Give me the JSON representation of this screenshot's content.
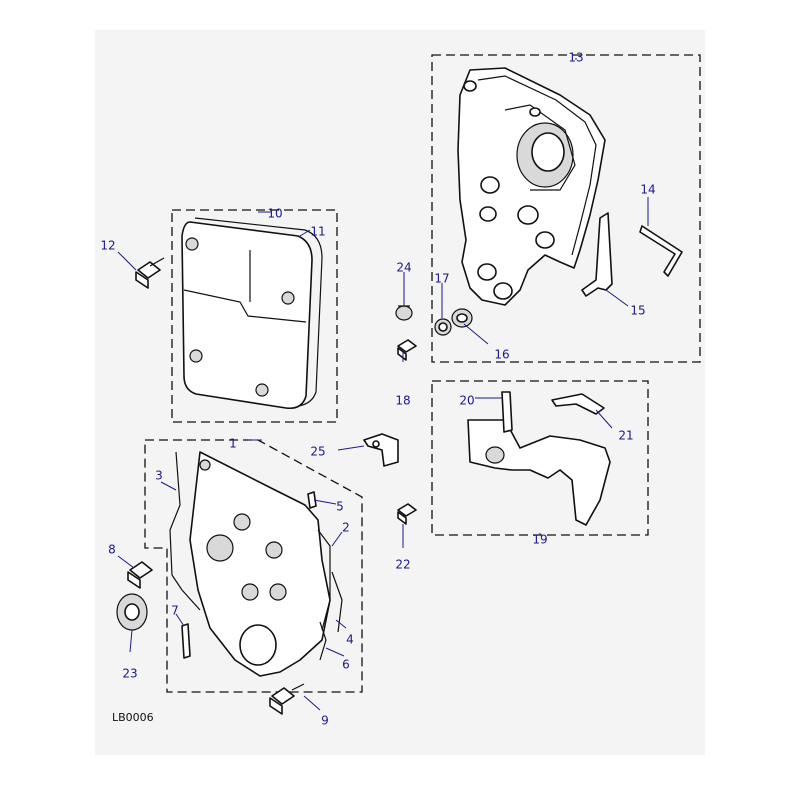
{
  "diagram": {
    "reference_code": "LB0006",
    "colors": {
      "background": "#f4f4f4",
      "label": "#1a1a8c",
      "line": "#111111"
    },
    "callouts": [
      {
        "id": "c1",
        "text": "1"
      },
      {
        "id": "c2",
        "text": "2"
      },
      {
        "id": "c3",
        "text": "3"
      },
      {
        "id": "c4",
        "text": "4"
      },
      {
        "id": "c5",
        "text": "5"
      },
      {
        "id": "c6",
        "text": "6"
      },
      {
        "id": "c7",
        "text": "7"
      },
      {
        "id": "c8",
        "text": "8"
      },
      {
        "id": "c9",
        "text": "9"
      },
      {
        "id": "c10",
        "text": "10"
      },
      {
        "id": "c11",
        "text": "11"
      },
      {
        "id": "c12",
        "text": "12"
      },
      {
        "id": "c13",
        "text": "13"
      },
      {
        "id": "c14",
        "text": "14"
      },
      {
        "id": "c15",
        "text": "15"
      },
      {
        "id": "c16",
        "text": "16"
      },
      {
        "id": "c17",
        "text": "17"
      },
      {
        "id": "c18",
        "text": "18"
      },
      {
        "id": "c19",
        "text": "19"
      },
      {
        "id": "c20",
        "text": "20"
      },
      {
        "id": "c21",
        "text": "21"
      },
      {
        "id": "c22",
        "text": "22"
      },
      {
        "id": "c23",
        "text": "23"
      },
      {
        "id": "c24",
        "text": "24"
      },
      {
        "id": "c25",
        "text": "25"
      }
    ]
  }
}
